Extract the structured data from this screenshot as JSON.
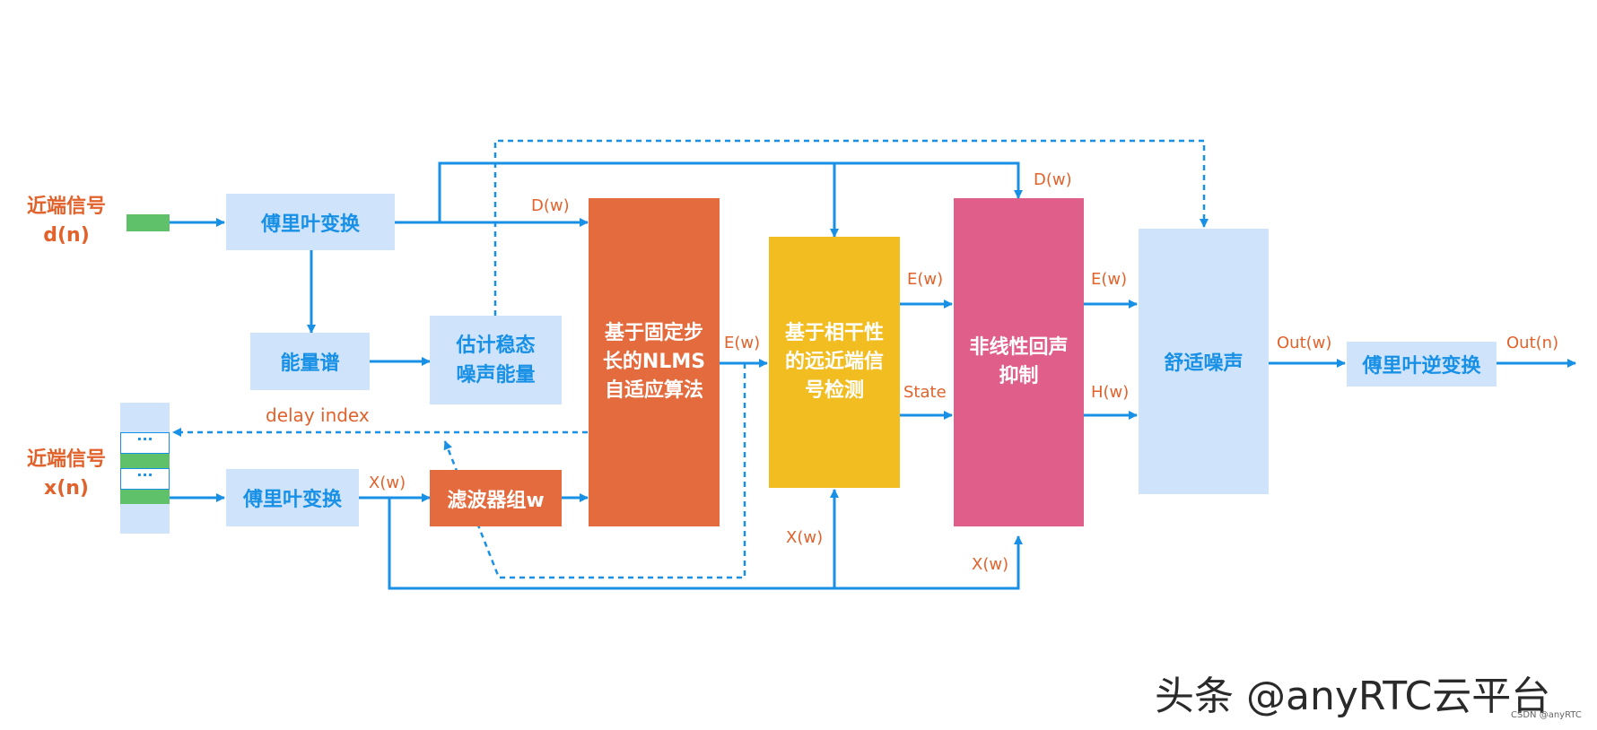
{
  "inputs": {
    "near": "近端信号\nd(n)",
    "far": "近端信号\nx(n)"
  },
  "blocks": {
    "fft_top": "傅里叶变换",
    "fft_bottom": "傅里叶变换",
    "power_spectrum": "能量谱",
    "noise_estimate": "估计稳态\n噪声能量",
    "filter_bank": "滤波器组w",
    "nlms": "基于固定步\n长的NLMS\n自适应算法",
    "coherence": "基于相干性\n的远近端信\n号检测",
    "nlp": "非线性回声\n抑制",
    "comfort_noise": "舒适噪声",
    "ifft": "傅里叶逆变换"
  },
  "buffer": {
    "cell_1": "···",
    "cell_2": "···"
  },
  "labels": {
    "dw_1": "D(w)",
    "dw_2": "D(w)",
    "ew_1": "E(w)",
    "ew_2": "E(w)",
    "ew_3": "E(w)",
    "state": "State",
    "hw": "H(w)",
    "xw_1": "X(w)",
    "xw_2": "X(w)",
    "xw_3": "X(w)",
    "delay_index": "delay index",
    "out_w": "Out(w)",
    "out_n": "Out(n)"
  },
  "watermark": {
    "main": "头条 @anyRTC云平台",
    "small": "CSDN @anyRTC"
  },
  "colors": {
    "arrow": "#1890e6",
    "label": "#e2622c",
    "light_block": "#cfe4fb",
    "nlms_block": "#e46b3e",
    "coherence_block": "#f2bd21",
    "nlp_block": "#e05e8a",
    "input_bar": "#5fc16a"
  }
}
